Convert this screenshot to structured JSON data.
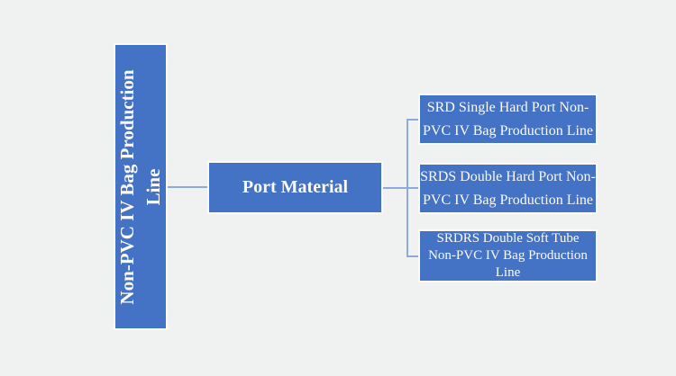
{
  "colors": {
    "background": "#f0f1f1",
    "node_fill": "#4472c4",
    "node_border": "#fbfbfb",
    "node_text": "#fbfaf6",
    "connector": "#8eaadb"
  },
  "nodes": {
    "root": {
      "label": "Non-PVC IV Bag Production Line",
      "lines": [
        "Non-PVC IV Bag Production",
        "Line"
      ]
    },
    "branch": {
      "label": "Port Material"
    },
    "leaves": [
      {
        "label": "SRD Single Hard Port Non-PVC IV Bag Production Line",
        "lines": [
          "SRD Single Hard Port Non-",
          "PVC IV Bag Production Line"
        ]
      },
      {
        "label": "SRDS Double Hard Port Non-PVC IV Bag Production Line",
        "lines": [
          "SRDS Double Hard Port Non-",
          "PVC IV Bag Production Line"
        ]
      },
      {
        "label": "SRDRS Double Soft Tube Non-PVC IV Bag Production Line",
        "lines": [
          "SRDRS Double Soft Tube",
          "Non-PVC IV Bag Production",
          "Line"
        ]
      }
    ]
  }
}
